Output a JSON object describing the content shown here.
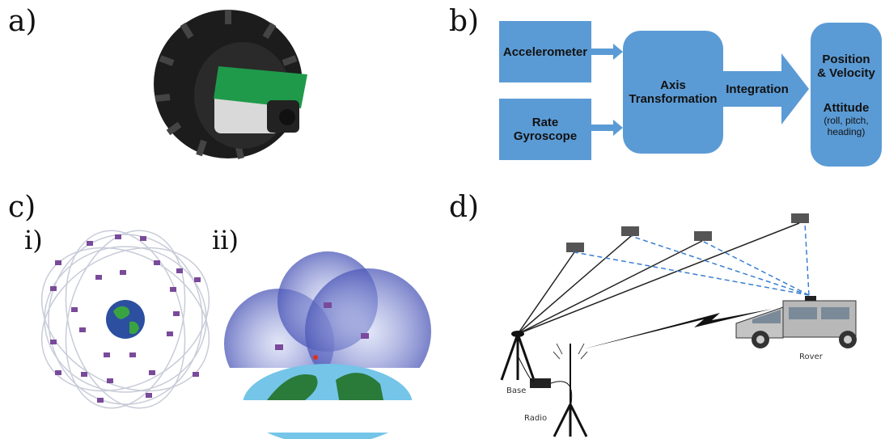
{
  "panels": {
    "a": "a)",
    "b": "b)",
    "c": "c)",
    "d": "d)",
    "c_i": "i)",
    "c_ii": "ii)"
  },
  "ins_diagram": {
    "accelerometer": "Accelerometer",
    "rate_gyroscope": "Rate Gyroscope",
    "axis_transformation_line1": "Axis",
    "axis_transformation_line2": "Transformation",
    "integration": "Integration",
    "position_line1": "Position",
    "position_line2": "& Velocity",
    "attitude": "Attitude",
    "attitude_detail_line1": "(roll, pitch,",
    "attitude_detail_line2": "heading)",
    "box_color": "#5b9bd5"
  },
  "rtk_diagram": {
    "base": "Base",
    "radio": "Radio",
    "rover": "Rover"
  }
}
